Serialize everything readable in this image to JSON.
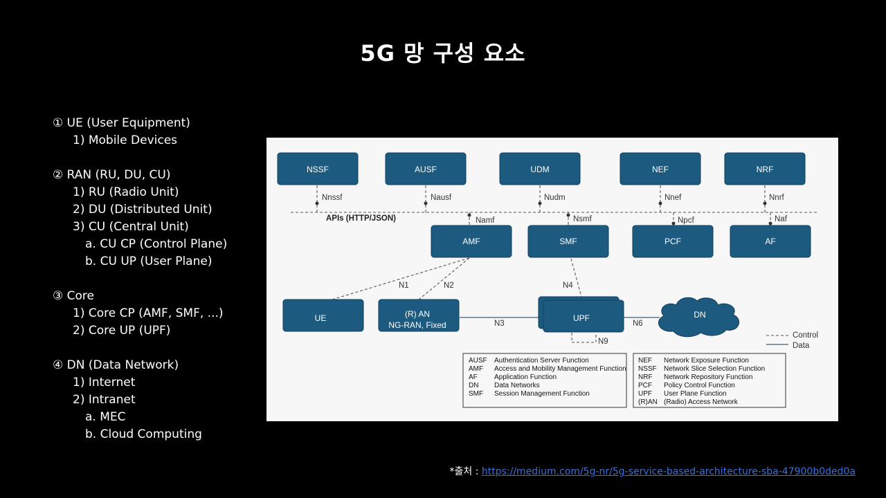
{
  "title": "5G 망 구성 요소",
  "outline": [
    {
      "level": 1,
      "text": "① UE (User Equipment)"
    },
    {
      "level": 2,
      "text": "1) Mobile Devices"
    },
    {
      "level": 0,
      "text": ""
    },
    {
      "level": 1,
      "text": "② RAN (RU, DU, CU)"
    },
    {
      "level": 2,
      "text": "1) RU (Radio Unit)"
    },
    {
      "level": 2,
      "text": "2) DU (Distributed Unit)"
    },
    {
      "level": 2,
      "text": "3) CU (Central Unit)"
    },
    {
      "level": 3,
      "text": "a. CU CP (Control Plane)"
    },
    {
      "level": 3,
      "text": "b. CU UP (User Plane)"
    },
    {
      "level": 0,
      "text": ""
    },
    {
      "level": 1,
      "text": "③ Core"
    },
    {
      "level": 2,
      "text": "1) Core CP (AMF, SMF, ...)"
    },
    {
      "level": 2,
      "text": "2) Core UP (UPF)"
    },
    {
      "level": 0,
      "text": ""
    },
    {
      "level": 1,
      "text": "④ DN (Data Network)"
    },
    {
      "level": 2,
      "text": "1) Internet"
    },
    {
      "level": 2,
      "text": "2) Intranet"
    },
    {
      "level": 3,
      "text": "a. MEC"
    },
    {
      "level": 3,
      "text": "b. Cloud Computing"
    }
  ],
  "diagram": {
    "api_bus_label": "APIs (HTTP/JSON)",
    "nodes": {
      "nssf": "NSSF",
      "ausf": "AUSF",
      "udm": "UDM",
      "nef": "NEF",
      "nrf": "NRF",
      "amf": "AMF",
      "smf": "SMF",
      "pcf": "PCF",
      "af": "AF",
      "ue": "UE",
      "ran_line1": "(R) AN",
      "ran_line2": "NG-RAN, Fixed",
      "upf": "UPF",
      "dn": "DN"
    },
    "interfaces": {
      "nnssf": "Nnssf",
      "nausf": "Nausf",
      "nudm": "Nudm",
      "nnef": "Nnef",
      "nnrf": "Nnrf",
      "namf": "Namf",
      "nsmf": "Nsmf",
      "npcf": "Npcf",
      "naf": "Naf",
      "n1": "N1",
      "n2": "N2",
      "n3": "N3",
      "n4": "N4",
      "n6": "N6",
      "n9": "N9"
    },
    "legend": {
      "control": "Control",
      "data": "Data"
    },
    "glossary_left": [
      {
        "abbr": "AUSF",
        "full": "Authentication Server Function"
      },
      {
        "abbr": "AMF",
        "full": "Access and Mobility Management Function"
      },
      {
        "abbr": "AF",
        "full": "Application Function"
      },
      {
        "abbr": "DN",
        "full": "Data Networks"
      },
      {
        "abbr": "SMF",
        "full": "Session Management Function"
      }
    ],
    "glossary_right": [
      {
        "abbr": "NEF",
        "full": "Network Exposure Function"
      },
      {
        "abbr": "NSSF",
        "full": "Network Slice Selection Function"
      },
      {
        "abbr": "NRF",
        "full": "Network Repository Function"
      },
      {
        "abbr": "PCF",
        "full": "Policy Control Function"
      },
      {
        "abbr": "UPF",
        "full": "User Plane Function"
      },
      {
        "abbr": "(R)AN",
        "full": "(Radio) Access Network"
      }
    ]
  },
  "source": {
    "prefix": "*출처 : ",
    "url": "https://medium.com/5g-nr/5g-service-based-architecture-sba-47900b0ded0a"
  }
}
